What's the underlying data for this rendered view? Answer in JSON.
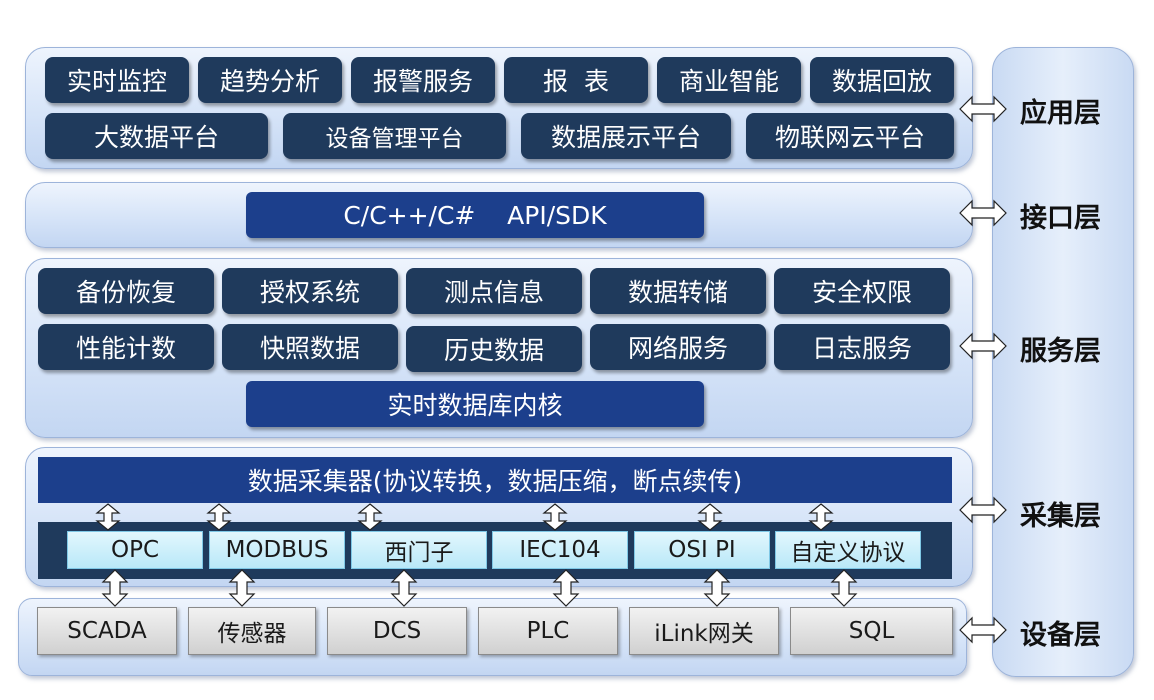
{
  "layers": {
    "app": "应用层",
    "iface": "接口层",
    "service": "服务层",
    "collect": "采集层",
    "device": "设备层"
  },
  "app": {
    "row1": [
      "实时监控",
      "趋势分析",
      "报警服务",
      "报  表",
      "商业智能",
      "数据回放"
    ],
    "row2": [
      "大数据平台",
      "设备管理平台",
      "数据展示平台",
      "物联网云平台"
    ]
  },
  "iface": {
    "api": "C/C++/C#    API/SDK"
  },
  "service": {
    "row1": [
      "备份恢复",
      "授权系统",
      "测点信息",
      "数据转储",
      "安全权限"
    ],
    "row2": [
      "性能计数",
      "快照数据",
      "历史数据",
      "网络服务",
      "日志服务"
    ],
    "kernel": "实时数据库内核"
  },
  "collect": {
    "collector": "数据采集器(协议转换，数据压缩，断点续传)",
    "protocols": [
      "OPC",
      "MODBUS",
      "西门子",
      "IEC104",
      "OSI PI",
      "自定义协议"
    ]
  },
  "device": {
    "items": [
      "SCADA",
      "传感器",
      "DCS",
      "PLC",
      "iLink网关",
      "SQL"
    ]
  },
  "colors": {
    "dark_box": "#1f3a5c",
    "navy_box": "#1c3f8c",
    "panel": "#d6e4f8",
    "cyan_box": "#b9e8f8"
  }
}
